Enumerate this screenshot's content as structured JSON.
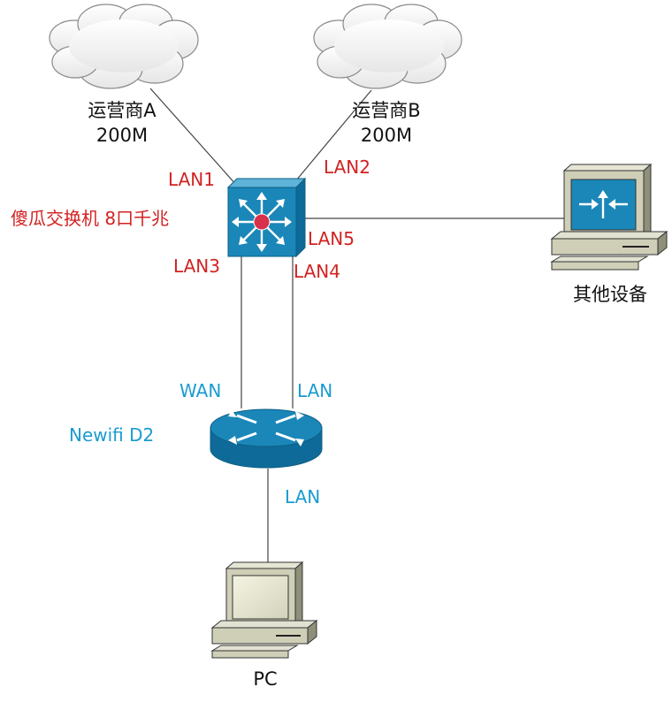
{
  "colors": {
    "red_label": "#d22222",
    "blue_label": "#1a9bd0",
    "device_blue": "#1a87b8",
    "line": "#444444"
  },
  "nodes": {
    "isp_a": {
      "name": "运营商A",
      "bandwidth": "200M",
      "icon": "cloud-icon"
    },
    "isp_b": {
      "name": "运营商B",
      "bandwidth": "200M",
      "icon": "cloud-icon"
    },
    "switch": {
      "name": "傻瓜交换机 8口千兆",
      "icon": "switch-icon"
    },
    "router": {
      "name": "Newifi D2",
      "icon": "router-icon"
    },
    "other_device": {
      "name": "其他设备",
      "icon": "computer-icon"
    },
    "pc": {
      "name": "PC",
      "icon": "computer-icon"
    }
  },
  "ports": {
    "lan1": "LAN1",
    "lan2": "LAN2",
    "lan3": "LAN3",
    "lan4": "LAN4",
    "lan5": "LAN5",
    "router_wan": "WAN",
    "router_lan_up": "LAN",
    "router_lan_down": "LAN"
  }
}
